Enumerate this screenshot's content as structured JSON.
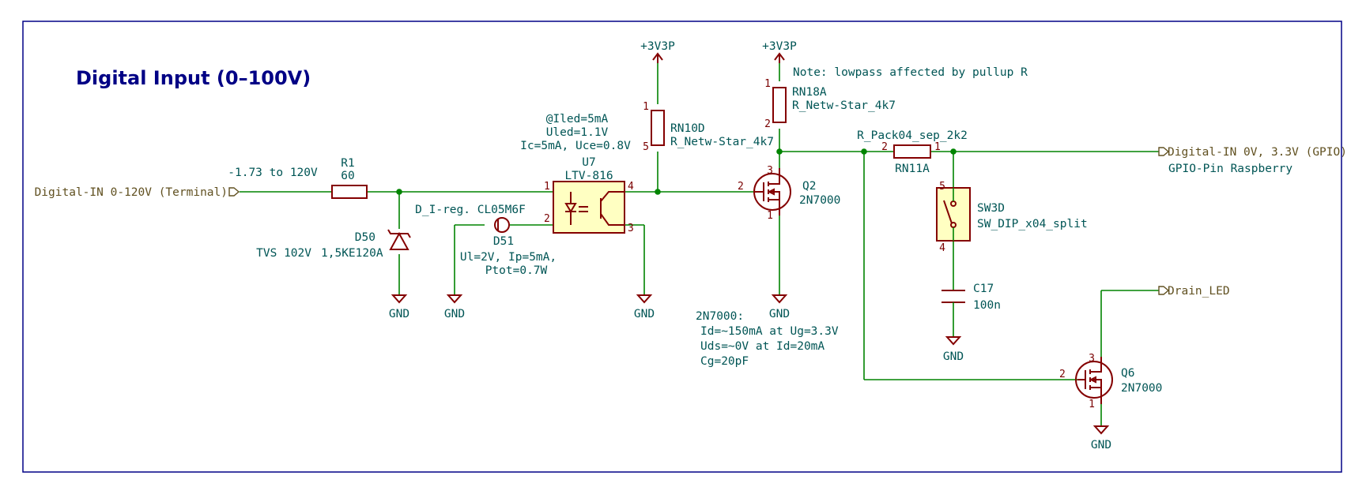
{
  "title": "Digital Input (0–100V)",
  "note": "Note: lowpass affected by pullup R",
  "colors": {
    "wire": "#008400",
    "part": "#840000",
    "label": "#005555",
    "title": "#000085",
    "border": "#000085"
  },
  "ports": {
    "input": "Digital-IN 0-120V (Terminal)",
    "output": "Digital-IN 0V, 3.3V (GPIO)",
    "output_desc": "GPIO-Pin Raspberry",
    "drain": "Drain_LED"
  },
  "power": {
    "vcc": "+3V3P",
    "gnd": "GND"
  },
  "input_range": "-1.73 to 120V",
  "r1": {
    "ref": "R1",
    "value": "60"
  },
  "d50": {
    "ref": "D50",
    "desc": "TVS 102V",
    "value": "1,5KE120A"
  },
  "d51": {
    "ref": "D51",
    "value": "D_I-reg. CL05M6F",
    "spec1": "Ul=2V, Ip=5mA,",
    "spec2": "Ptot=0.7W"
  },
  "u7": {
    "ref": "U7",
    "value": "LTV-816",
    "spec1": "@Iled=5mA",
    "spec2": "Uled=1.1V",
    "spec3": "Ic=5mA, Uce=0.8V"
  },
  "rn10d": {
    "ref": "RN10D",
    "value": "R_Netw-Star_4k7"
  },
  "rn18a": {
    "ref": "RN18A",
    "value": "R_Netw-Star_4k7"
  },
  "rn11a": {
    "ref": "RN11A",
    "value": "R_Pack04_sep_2k2"
  },
  "q2": {
    "ref": "Q2",
    "value": "2N7000",
    "notes": [
      "2N7000:",
      "Id=~150mA at Ug=3.3V",
      "Uds=~0V at Id=20mA",
      "Cg=20pF"
    ]
  },
  "sw3d": {
    "ref": "SW3D",
    "value": "SW_DIP_x04_split"
  },
  "c17": {
    "ref": "C17",
    "value": "100n"
  },
  "q6": {
    "ref": "Q6",
    "value": "2N7000"
  },
  "pins": {
    "p1": "1",
    "p2": "2",
    "p3": "3",
    "p4": "4",
    "p5": "5"
  }
}
